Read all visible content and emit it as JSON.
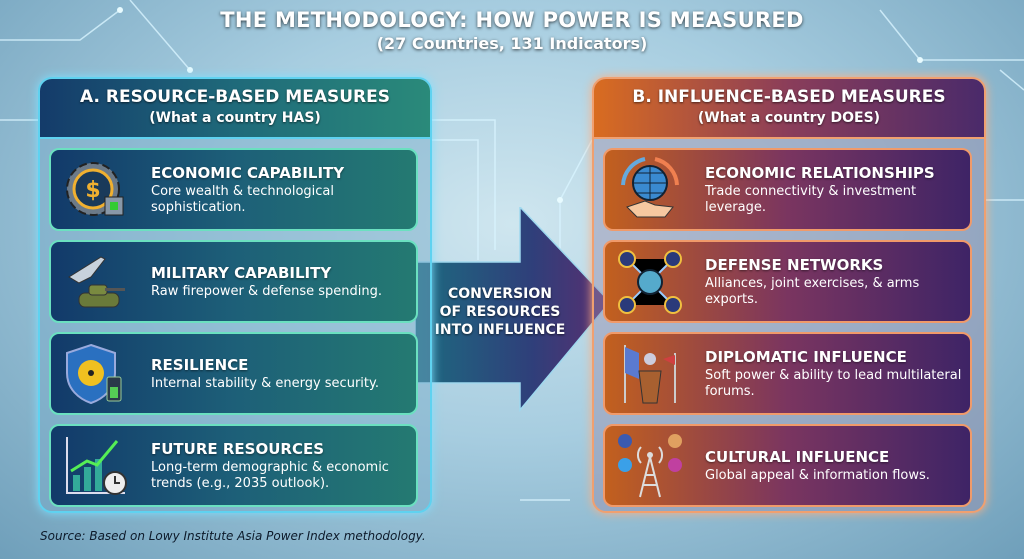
{
  "title": {
    "main": "THE METHODOLOGY: HOW POWER IS MEASURED",
    "sub": "(27 Countries, 131 Indicators)"
  },
  "resource": {
    "heading": "A. RESOURCE-BASED MEASURES",
    "subheading": "(What a country HAS)",
    "accent": "#5fd2f0",
    "items": [
      {
        "title": "ECONOMIC CAPABILITY",
        "desc": "Core wealth & technological sophistication.",
        "icon": "gear-dollar-chip-icon"
      },
      {
        "title": "MILITARY CAPABILITY",
        "desc": "Raw firepower & defense spending.",
        "icon": "jet-tank-icon"
      },
      {
        "title": "RESILIENCE",
        "desc": "Internal stability & energy security.",
        "icon": "shield-radiation-battery-icon"
      },
      {
        "title": "FUTURE RESOURCES",
        "desc": "Long-term demographic & economic trends (e.g., 2035 outlook).",
        "icon": "growth-chart-clock-icon"
      }
    ]
  },
  "influence": {
    "heading": "B. INFLUENCE-BASED MEASURES",
    "subheading": "(What a country DOES)",
    "accent": "#f0a070",
    "items": [
      {
        "title": "ECONOMIC RELATIONSHIPS",
        "desc": "Trade connectivity & investment leverage.",
        "icon": "globe-handshake-icon"
      },
      {
        "title": "DEFENSE NETWORKS",
        "desc": "Alliances, joint exercises, & arms exports.",
        "icon": "defense-network-icon"
      },
      {
        "title": "DIPLOMATIC INFLUENCE",
        "desc": "Soft power & ability to lead multilateral forums.",
        "icon": "podium-flags-icon"
      },
      {
        "title": "CULTURAL INFLUENCE",
        "desc": "Global appeal & information flows.",
        "icon": "broadcast-tower-social-icon"
      }
    ]
  },
  "arrow": {
    "line1": "CONVERSION",
    "line2": "OF RESOURCES",
    "line3": "INTO INFLUENCE"
  },
  "source": "Source: Based on Lowy Institute Asia Power Index methodology."
}
